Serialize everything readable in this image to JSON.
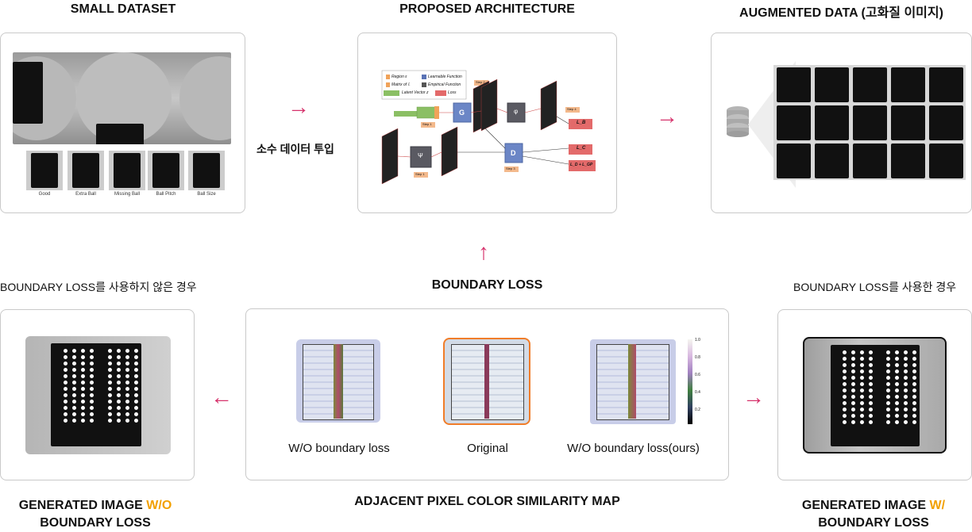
{
  "top": {
    "small_dataset_title": "SMALL DATASET",
    "proposed_title": "PROPOSED ARCHITECTURE",
    "augmented_title": "AUGMENTED DATA (고화질 이미지)",
    "input_label": "소수 데이터 투입",
    "thumb_labels": [
      "Good",
      "Extra Ball",
      "Missing Ball",
      "Ball Pitch",
      "Ball Size"
    ]
  },
  "architecture": {
    "legend": [
      "Region ε",
      "Learnable Function",
      "Matrix of ℰ",
      "Empirical Function",
      "Latent Vector z",
      "Loss"
    ],
    "nodes": {
      "g": "G",
      "d": "D",
      "phi": "φ",
      "psi": "Ψ"
    },
    "steps": [
      "Step 1",
      "Step 2",
      "Step 3",
      "Step 4"
    ],
    "losses": [
      "L_B",
      "L_C",
      "L_D + L_GP"
    ]
  },
  "middle": {
    "without_title": "BOUNDARY LOSS를 사용하지 않은 경우",
    "boundary_title": "BOUNDARY LOSS",
    "with_title": "BOUNDARY LOSS를 사용한 경우"
  },
  "similarity": {
    "captions": [
      "W/O boundary loss",
      "Original",
      "W/O boundary loss(ours)"
    ],
    "colorbar_ticks": [
      "1.0",
      "0.8",
      "0.6",
      "0.4",
      "0.2"
    ],
    "title": "ADJACENT PIXEL COLOR SIMILARITY MAP"
  },
  "bottom": {
    "gen_wo_line1_prefix": "GENERATED IMAGE ",
    "gen_wo_line1_highlight": "W/O",
    "gen_wo_line2": "BOUNDARY LOSS",
    "gen_w_line1_prefix": "GENERATED IMAGE ",
    "gen_w_line1_highlight": "W/",
    "gen_w_line2": "BOUNDARY LOSS"
  },
  "colors": {
    "arrow": "#d6336c",
    "highlight": "#f2a000",
    "border": "#c9c9c9"
  }
}
